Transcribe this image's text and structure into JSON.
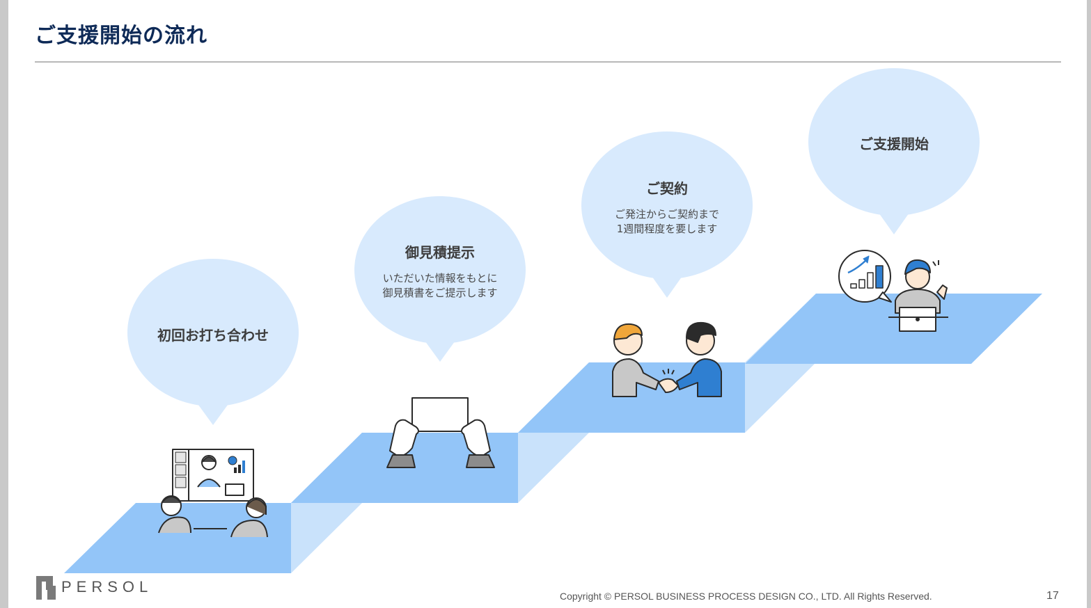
{
  "slide": {
    "title": "ご支援開始の流れ",
    "page_number": "17",
    "copyright": "Copyright © PERSOL BUSINESS PROCESS DESIGN CO., LTD. All Rights Reserved.",
    "logo_text": "PERSOL"
  },
  "steps": [
    {
      "heading": "初回お打ち合わせ",
      "description": "",
      "illustration": "video-meeting-icon"
    },
    {
      "heading": "御見積提示",
      "description_lines": [
        "いただいた情報をもとに",
        "御見積書をご提示します"
      ],
      "illustration": "document-hands-icon"
    },
    {
      "heading": "ご契約",
      "description_lines": [
        "ご発注からご契約まで",
        "1週間程度を要します"
      ],
      "illustration": "handshake-icon"
    },
    {
      "heading": "ご支援開始",
      "description": "",
      "illustration": "growth-chart-person-icon"
    }
  ],
  "colors": {
    "title": "#0e2a57",
    "step_top": "#93c5f8",
    "step_riser": "#c9e2fb",
    "bubble": "#d8eafd",
    "accent": "#2f7fd1"
  }
}
